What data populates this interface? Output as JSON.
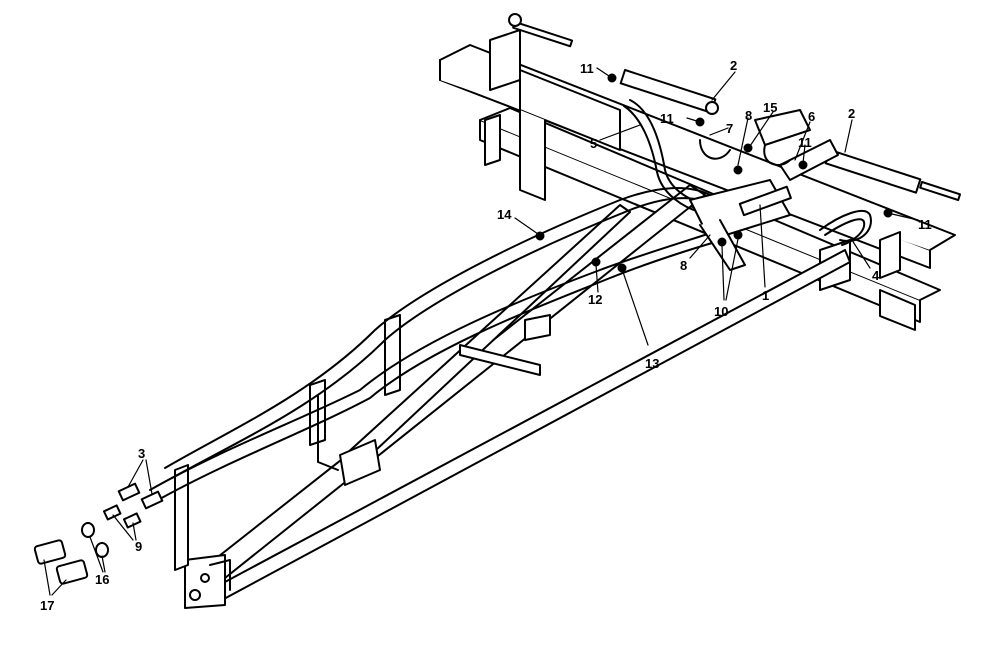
{
  "diagram": {
    "callouts": [
      {
        "id": "c1",
        "label": "1"
      },
      {
        "id": "c2a",
        "label": "2"
      },
      {
        "id": "c2b",
        "label": "2"
      },
      {
        "id": "c3",
        "label": "3"
      },
      {
        "id": "c4",
        "label": "4"
      },
      {
        "id": "c5",
        "label": "5"
      },
      {
        "id": "c6",
        "label": "6"
      },
      {
        "id": "c7",
        "label": "7"
      },
      {
        "id": "c8a",
        "label": "8"
      },
      {
        "id": "c8b",
        "label": "8"
      },
      {
        "id": "c9",
        "label": "9"
      },
      {
        "id": "c10",
        "label": "10"
      },
      {
        "id": "c11a",
        "label": "11"
      },
      {
        "id": "c11b",
        "label": "11"
      },
      {
        "id": "c11c",
        "label": "11"
      },
      {
        "id": "c11d",
        "label": "11"
      },
      {
        "id": "c12",
        "label": "12"
      },
      {
        "id": "c13",
        "label": "13"
      },
      {
        "id": "c14",
        "label": "14"
      },
      {
        "id": "c15",
        "label": "15"
      },
      {
        "id": "c16",
        "label": "16"
      },
      {
        "id": "c17",
        "label": "17"
      }
    ]
  }
}
